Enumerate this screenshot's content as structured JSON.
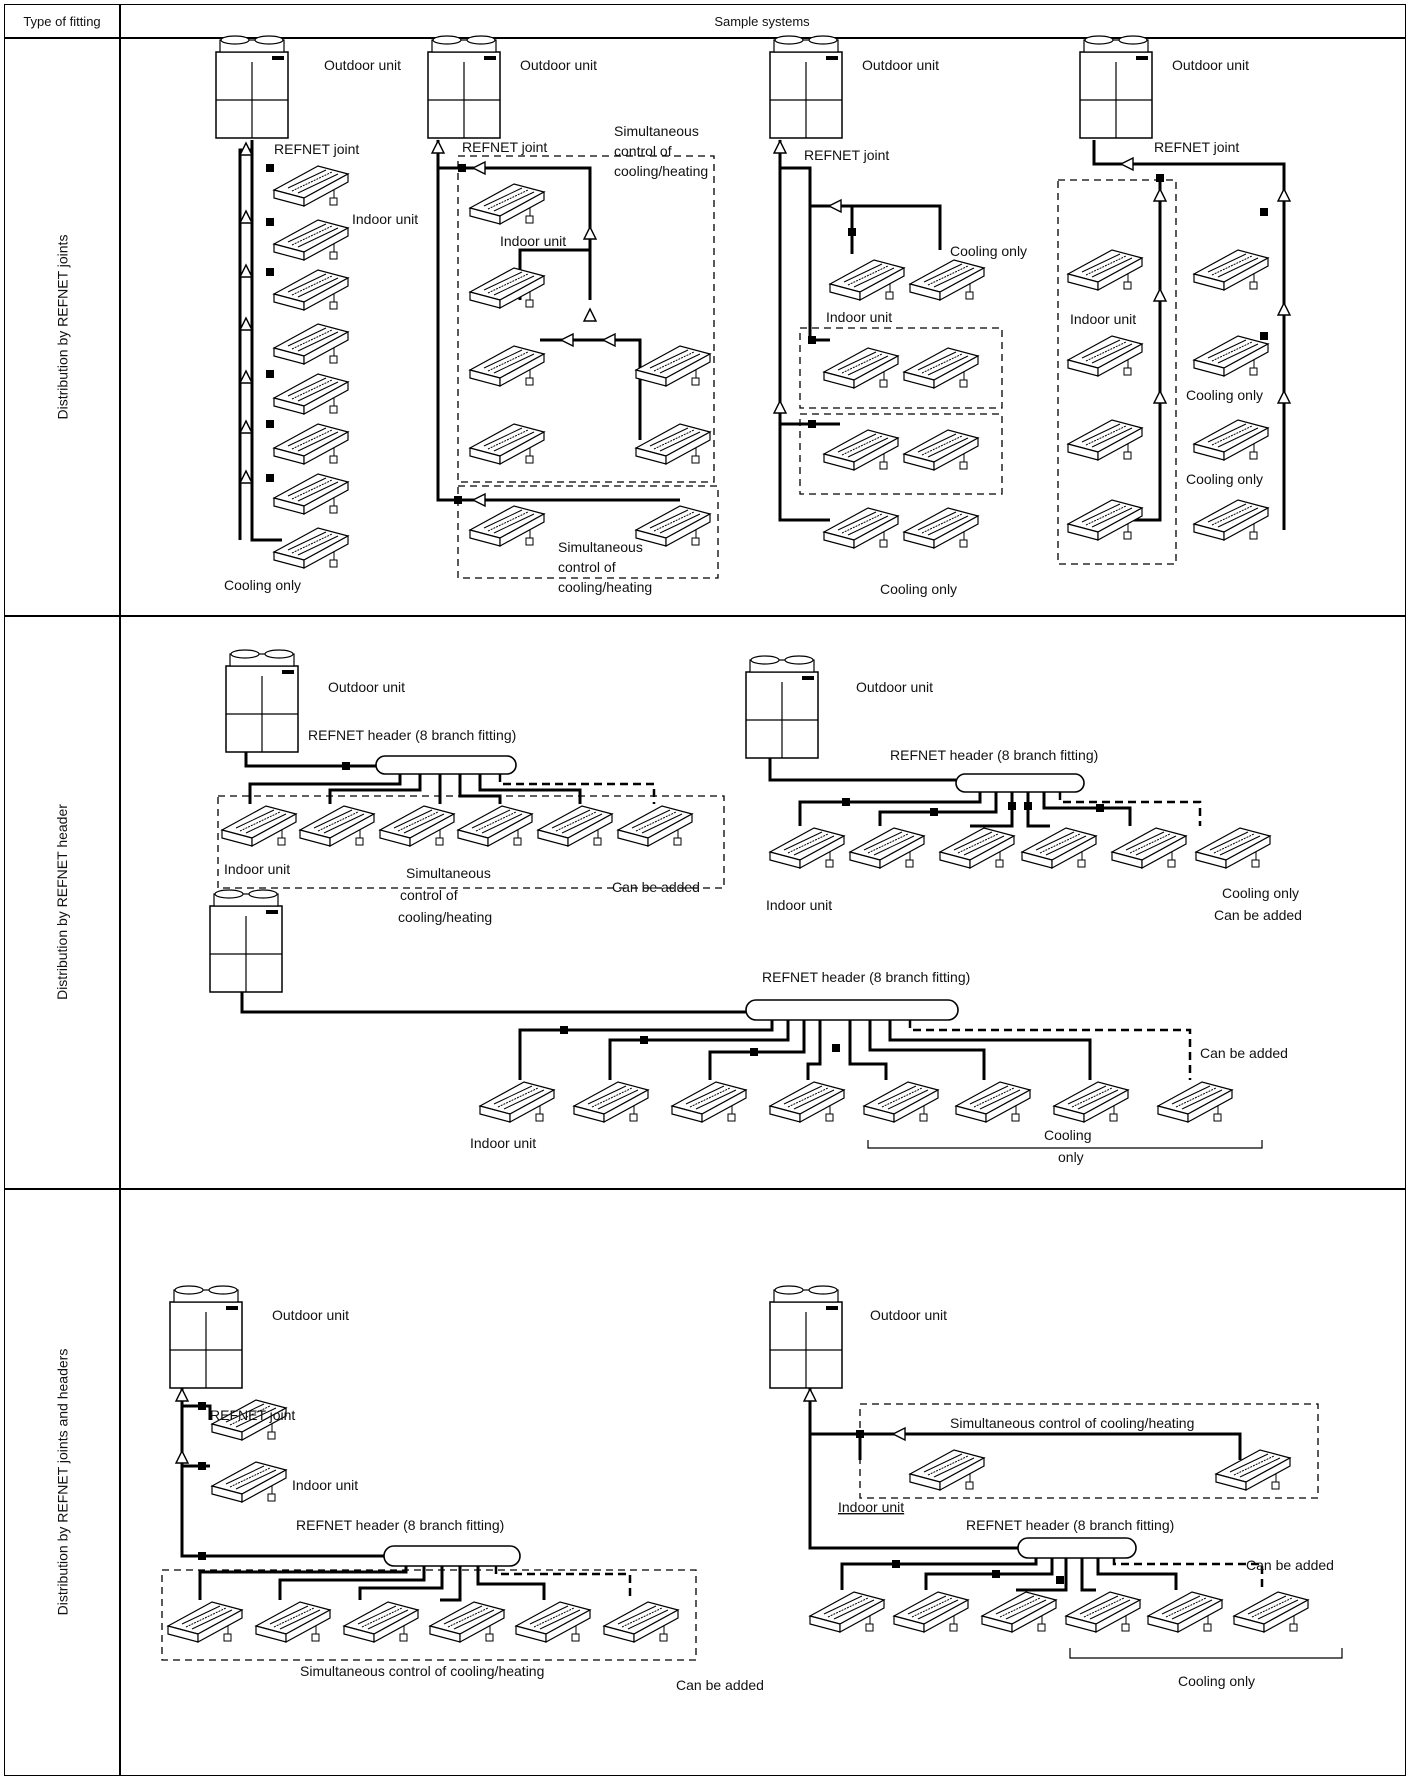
{
  "header": {
    "type_of_fitting": "Type of fitting",
    "sample_systems": "Sample systems"
  },
  "rows": [
    {
      "fitting": "Distribution by REFNET joints"
    },
    {
      "fitting": "Distribution by REFNET header"
    },
    {
      "fitting": "Distribution by REFNET joints and headers"
    }
  ],
  "labels": {
    "outdoor_unit": "Outdoor unit",
    "indoor_unit": "Indoor unit",
    "indoor_unit_underlined": "Indoor unit",
    "refnet_joint": "REFNET joint",
    "refnet_header": "REFNET header (8 branch fitting)",
    "cooling_only": "Cooling only",
    "can_be_added": "Can be added",
    "cooling_only_can_be_added_1": "Cooling only",
    "cooling_only_can_be_added_2": "Can be added",
    "cooling_split_1": "Cooling",
    "cooling_split_2": "only",
    "simultaneous_1": "Simultaneous",
    "simultaneous_2": "control of",
    "simultaneous_3": "cooling/heating",
    "simultaneous_full": "Simultaneous control of cooling/heating"
  },
  "icons": {
    "outdoor": "outdoor-unit-icon",
    "indoor": "indoor-cassette-unit-icon",
    "joint": "refnet-joint-icon",
    "header": "refnet-header-icon",
    "remote": "remote-controller-icon"
  }
}
